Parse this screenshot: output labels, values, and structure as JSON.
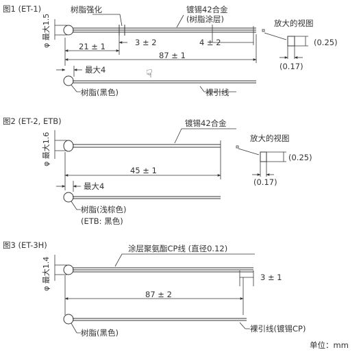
{
  "figure1": {
    "title": "图1 (ET-1)",
    "dim_vertical": "φ 最大1.5",
    "label_resin_strengthen": "树脂强化",
    "label_tin_plated": "镀锡42合金",
    "label_tin_plated_sub": "(树脂涂层)",
    "dim_3": "3 ± 2",
    "dim_4": "4 ± 2",
    "dim_21": "21 ± 1",
    "dim_87": "87 ± 1",
    "dim_max4": "最大4",
    "label_resin_black": "树脂(黑色)",
    "label_bare_lead": "裸引线",
    "enlarged_title": "放大的视图",
    "enlarged_dim_a": "(0.25)",
    "enlarged_dim_b": "(0.17)"
  },
  "figure2": {
    "title": "图2 (ET-2, ETB)",
    "dim_vertical": "φ 最大1.6",
    "label_tin_plated": "镀锡42合金",
    "dim_45": "45 ± 1",
    "dim_max4": "最大4",
    "label_resin_brown": "树脂(浅棕色)",
    "label_etb": "(ETB:  黑色)",
    "enlarged_title": "放大的视图",
    "enlarged_dim_a": "(0.25)",
    "enlarged_dim_b": "(0.17)"
  },
  "figure3": {
    "title": "图3 (ET-3H)",
    "dim_vertical": "φ 最大1.4",
    "label_coating": "涂层聚氨酯CP线 (直径0.12)",
    "dim_3": "3 ± 1",
    "dim_87": "87 ± 2",
    "label_resin_black": "树脂(黑色)",
    "label_bare_lead": "裸引线(镀锡CP)"
  },
  "unit_label": "单位：mm"
}
